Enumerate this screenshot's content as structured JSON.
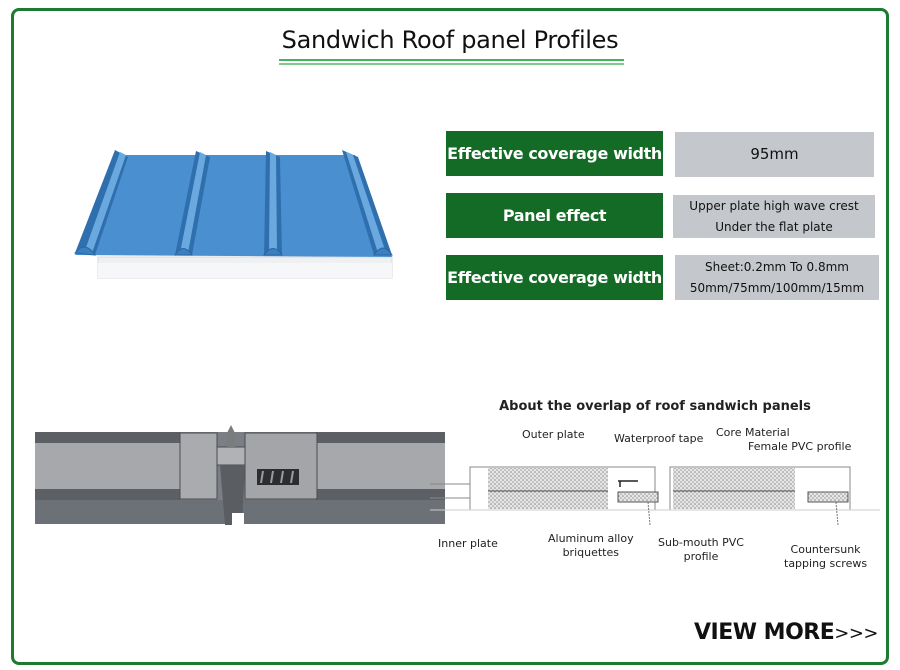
{
  "title": "Sandwich Roof panel Profiles",
  "colors": {
    "border": "#1d7a31",
    "label_bg": "#136b26",
    "value_bg": "#c4c8cd",
    "underline": "#46b35a",
    "panel_blue": "#3f86c9"
  },
  "specs": [
    {
      "label": "Effective coverage width",
      "value_lines": [
        "95mm"
      ]
    },
    {
      "label": "Panel effect",
      "value_lines": [
        "Upper plate high wave crest",
        "Under the flat plate"
      ]
    },
    {
      "label": "Effective coverage width",
      "value_lines": [
        "Sheet:0.2mm To 0.8mm",
        "50mm/75mm/100mm/15mm"
      ]
    }
  ],
  "images": {
    "panel": "blue-roof-sandwich-panel-image",
    "joint": "panel-joint-cross-section-image"
  },
  "diagram": {
    "title": "About the overlap of roof sandwich panels",
    "labels": {
      "outer_plate": "Outer plate",
      "waterproof_tape": "Waterproof tape",
      "core_material": "Core Material",
      "female_pvc": "Female PVC profile",
      "inner_plate": "Inner plate",
      "aluminum_1": "Aluminum alloy",
      "aluminum_2": "briquettes",
      "submouth_1": "Sub-mouth PVC",
      "submouth_2": "profile",
      "countersunk_1": "Countersunk",
      "countersunk_2": "tapping screws"
    }
  },
  "cta": {
    "label": "VIEW MORE",
    "arrows": ">>>"
  }
}
